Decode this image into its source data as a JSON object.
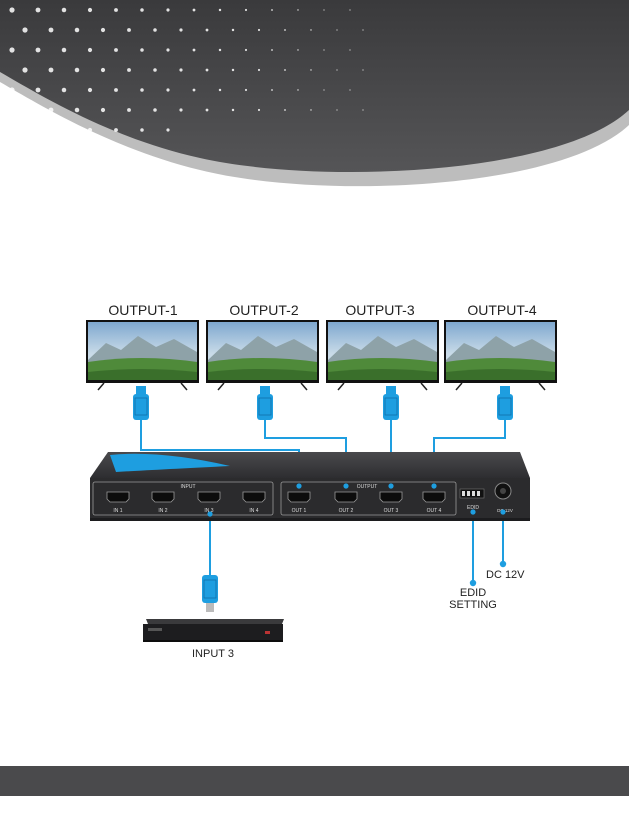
{
  "outputs": [
    {
      "label": "OUTPUT-1"
    },
    {
      "label": "OUTPUT-2"
    },
    {
      "label": "OUTPUT-3"
    },
    {
      "label": "OUTPUT-4"
    }
  ],
  "device": {
    "input_group_label": "INPUT",
    "output_group_label": "OUTPUT",
    "input_ports": [
      "IN 1",
      "IN 2",
      "IN 3",
      "IN 4"
    ],
    "output_ports": [
      "OUT 1",
      "OUT 2",
      "OUT 3",
      "OUT 4"
    ],
    "edid_label": "EDID",
    "dc_label": "DC 12V"
  },
  "callouts": {
    "dc": "DC 12V",
    "edid_line1": "EDID",
    "edid_line2": "SETTING",
    "input": "INPUT 3"
  },
  "colors": {
    "accent": "#1e9ee0",
    "header_dark": "#4a4a4c",
    "device_body": "#2b2b2d"
  }
}
